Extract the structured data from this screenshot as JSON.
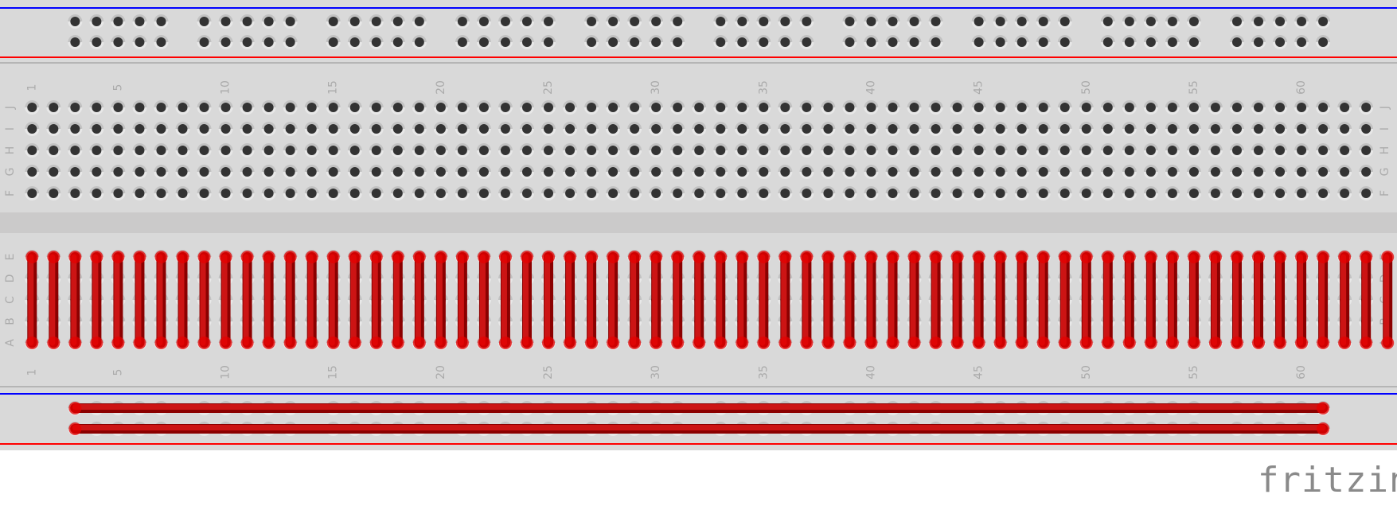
{
  "breadboard": {
    "column_labels": [
      "1",
      "5",
      "10",
      "15",
      "20",
      "25",
      "30",
      "35",
      "40",
      "45",
      "50",
      "55",
      "60"
    ],
    "top_row_labels": [
      "J",
      "I",
      "H",
      "G",
      "F"
    ],
    "bottom_row_labels": [
      "E",
      "D",
      "C",
      "B",
      "A"
    ],
    "columns": 63,
    "rail_groups": 10,
    "rail_holes_per_group": 5,
    "colors": {
      "board": "#d9d9d9",
      "gap": "#cbcaca",
      "rail_positive_line": "#ff0000",
      "rail_negative_line": "#0000ff",
      "hole": "#333333",
      "label": "#ababab",
      "wire": "#cc1414",
      "wire_edge": "#8b0000"
    }
  },
  "wires": {
    "terminal_strips": {
      "from_row": "A",
      "to_row": "E",
      "columns": 64
    },
    "rails": [
      {
        "rail": "bottom-1",
        "from_column": 3,
        "to_column": 61
      },
      {
        "rail": "bottom-2",
        "from_column": 3,
        "to_column": 61
      }
    ]
  },
  "logo": {
    "text": "fritzing"
  }
}
